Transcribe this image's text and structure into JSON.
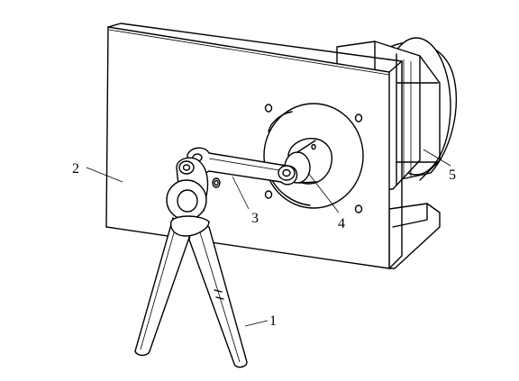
{
  "figure": {
    "callouts": [
      {
        "id": "1",
        "text": "1"
      },
      {
        "id": "2",
        "text": "2"
      },
      {
        "id": "3",
        "text": "3"
      },
      {
        "id": "4",
        "text": "4"
      },
      {
        "id": "5",
        "text": "5"
      }
    ]
  }
}
